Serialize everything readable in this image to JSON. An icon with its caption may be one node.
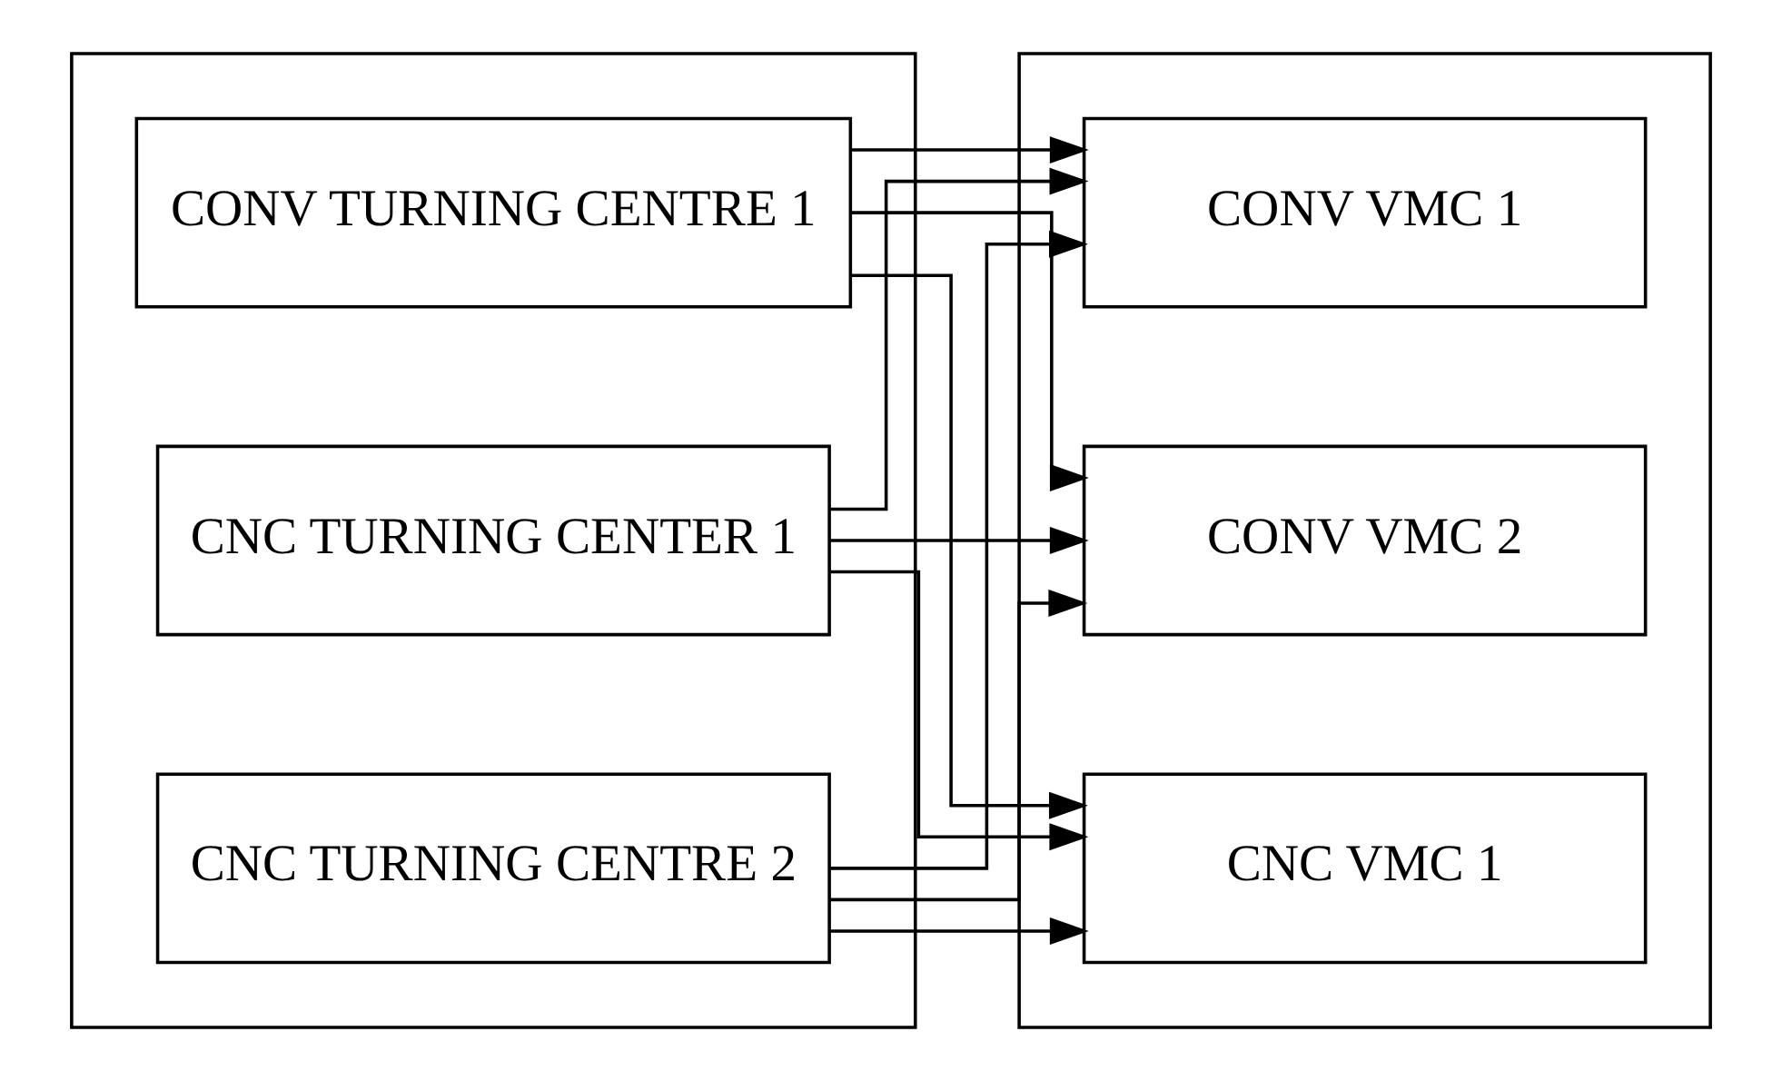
{
  "diagram": {
    "nodes": [
      {
        "text": [],
        "shape": "box"
      },
      {
        "text": [
          "CNC TURNING CENTER 1"
        ],
        "in": 0
      },
      {
        "text": [
          "CNC TURNING CENTRE 2"
        ],
        "in": 0
      },
      {
        "text": [
          "CONV TURNING CENTRE 1"
        ],
        "in": 0
      },
      {
        "text": [],
        "shape": "box"
      },
      {
        "text": [
          "CNC VMC 1"
        ],
        "in": 4
      },
      {
        "text": [
          "CONV VMC 1"
        ],
        "in": 4
      },
      {
        "text": [
          "CONV VMC 2"
        ],
        "in": 4
      }
    ],
    "edges": [
      {
        "from": 1,
        "to": 5,
        "arrow": "to"
      },
      {
        "from": 1,
        "to": 6,
        "arrow": "to"
      },
      {
        "from": 1,
        "to": 7,
        "arrow": "to"
      },
      {
        "from": 2,
        "to": 5,
        "arrow": "to"
      },
      {
        "from": 2,
        "to": 6,
        "arrow": "to"
      },
      {
        "from": 2,
        "to": 7,
        "arrow": "to"
      },
      {
        "from": 3,
        "to": 5,
        "arrow": "to"
      },
      {
        "from": 3,
        "to": 6,
        "arrow": "to"
      },
      {
        "from": 3,
        "to": 7,
        "arrow": "to"
      }
    ]
  }
}
